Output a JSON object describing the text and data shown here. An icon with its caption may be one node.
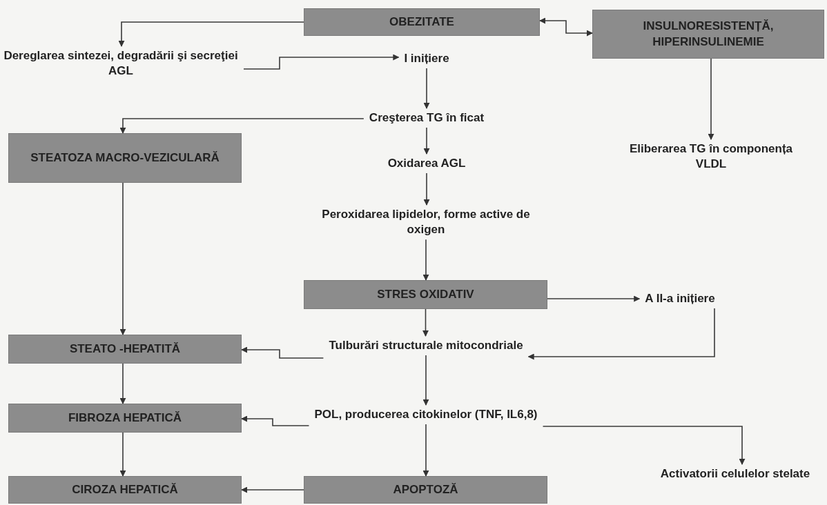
{
  "diagram": {
    "nodes": [
      {
        "text": [
          "OBEZITATE"
        ]
      },
      {
        "text": [
          "INSULNORESISTENȚĂ, HIPERINSULINEMIE"
        ]
      },
      {
        "text": [
          "Dereglarea sintezei, degradării şi secreţiei AGL"
        ]
      },
      {
        "text": [
          "I inițiere"
        ]
      },
      {
        "text": [
          "Creşterea TG în ficat"
        ]
      },
      {
        "text": [
          "STEATOZA MACRO-VEZICULARĂ"
        ]
      },
      {
        "text": [
          "Eliberarea TG în componența VLDL"
        ]
      },
      {
        "text": [
          "Oxidarea AGL"
        ]
      },
      {
        "text": [
          "Peroxidarea lipidelor, forme active de oxigen"
        ]
      },
      {
        "text": [
          "STRES OXIDATIV"
        ]
      },
      {
        "text": [
          "A II-a inițiere"
        ]
      },
      {
        "text": [
          "STEATO -HEPATITĂ"
        ]
      },
      {
        "text": [
          "Tulburări structurale mitocondriale"
        ]
      },
      {
        "text": [
          "FIBROZA HEPATICĂ"
        ]
      },
      {
        "text": [
          "POL, producerea citokinelor (TNF, IL6,8)"
        ]
      },
      {
        "text": [
          "Activatorii celulelor stelate"
        ]
      },
      {
        "text": [
          "CIROZA HEPATICĂ"
        ]
      },
      {
        "text": [
          "APOPTOZĂ"
        ]
      }
    ],
    "edges": [
      {
        "from": 0,
        "to": 2,
        "arrow": "to"
      },
      {
        "from": 0,
        "to": 1,
        "arrow": "both"
      },
      {
        "from": 2,
        "to": 3,
        "arrow": "to"
      },
      {
        "from": 3,
        "to": 4,
        "arrow": "to"
      },
      {
        "from": 4,
        "to": 5,
        "arrow": "to"
      },
      {
        "from": 1,
        "to": 6,
        "arrow": "to"
      },
      {
        "from": 4,
        "to": 7,
        "arrow": "to"
      },
      {
        "from": 7,
        "to": 8,
        "arrow": "to"
      },
      {
        "from": 8,
        "to": 9,
        "arrow": "to"
      },
      {
        "from": 9,
        "to": 10,
        "arrow": "to"
      },
      {
        "from": 9,
        "to": 12,
        "arrow": "to"
      },
      {
        "from": 10,
        "to": 12,
        "arrow": "to"
      },
      {
        "from": 12,
        "to": 11,
        "arrow": "to"
      },
      {
        "from": 5,
        "to": 11,
        "arrow": "to"
      },
      {
        "from": 11,
        "to": 13,
        "arrow": "to"
      },
      {
        "from": 14,
        "to": 13,
        "arrow": "to"
      },
      {
        "from": 12,
        "to": 14,
        "arrow": "to"
      },
      {
        "from": 14,
        "to": 15,
        "arrow": "to"
      },
      {
        "from": 14,
        "to": 17,
        "arrow": "to"
      },
      {
        "from": 13,
        "to": 16,
        "arrow": "to"
      },
      {
        "from": 17,
        "to": 16,
        "arrow": "to"
      }
    ]
  }
}
